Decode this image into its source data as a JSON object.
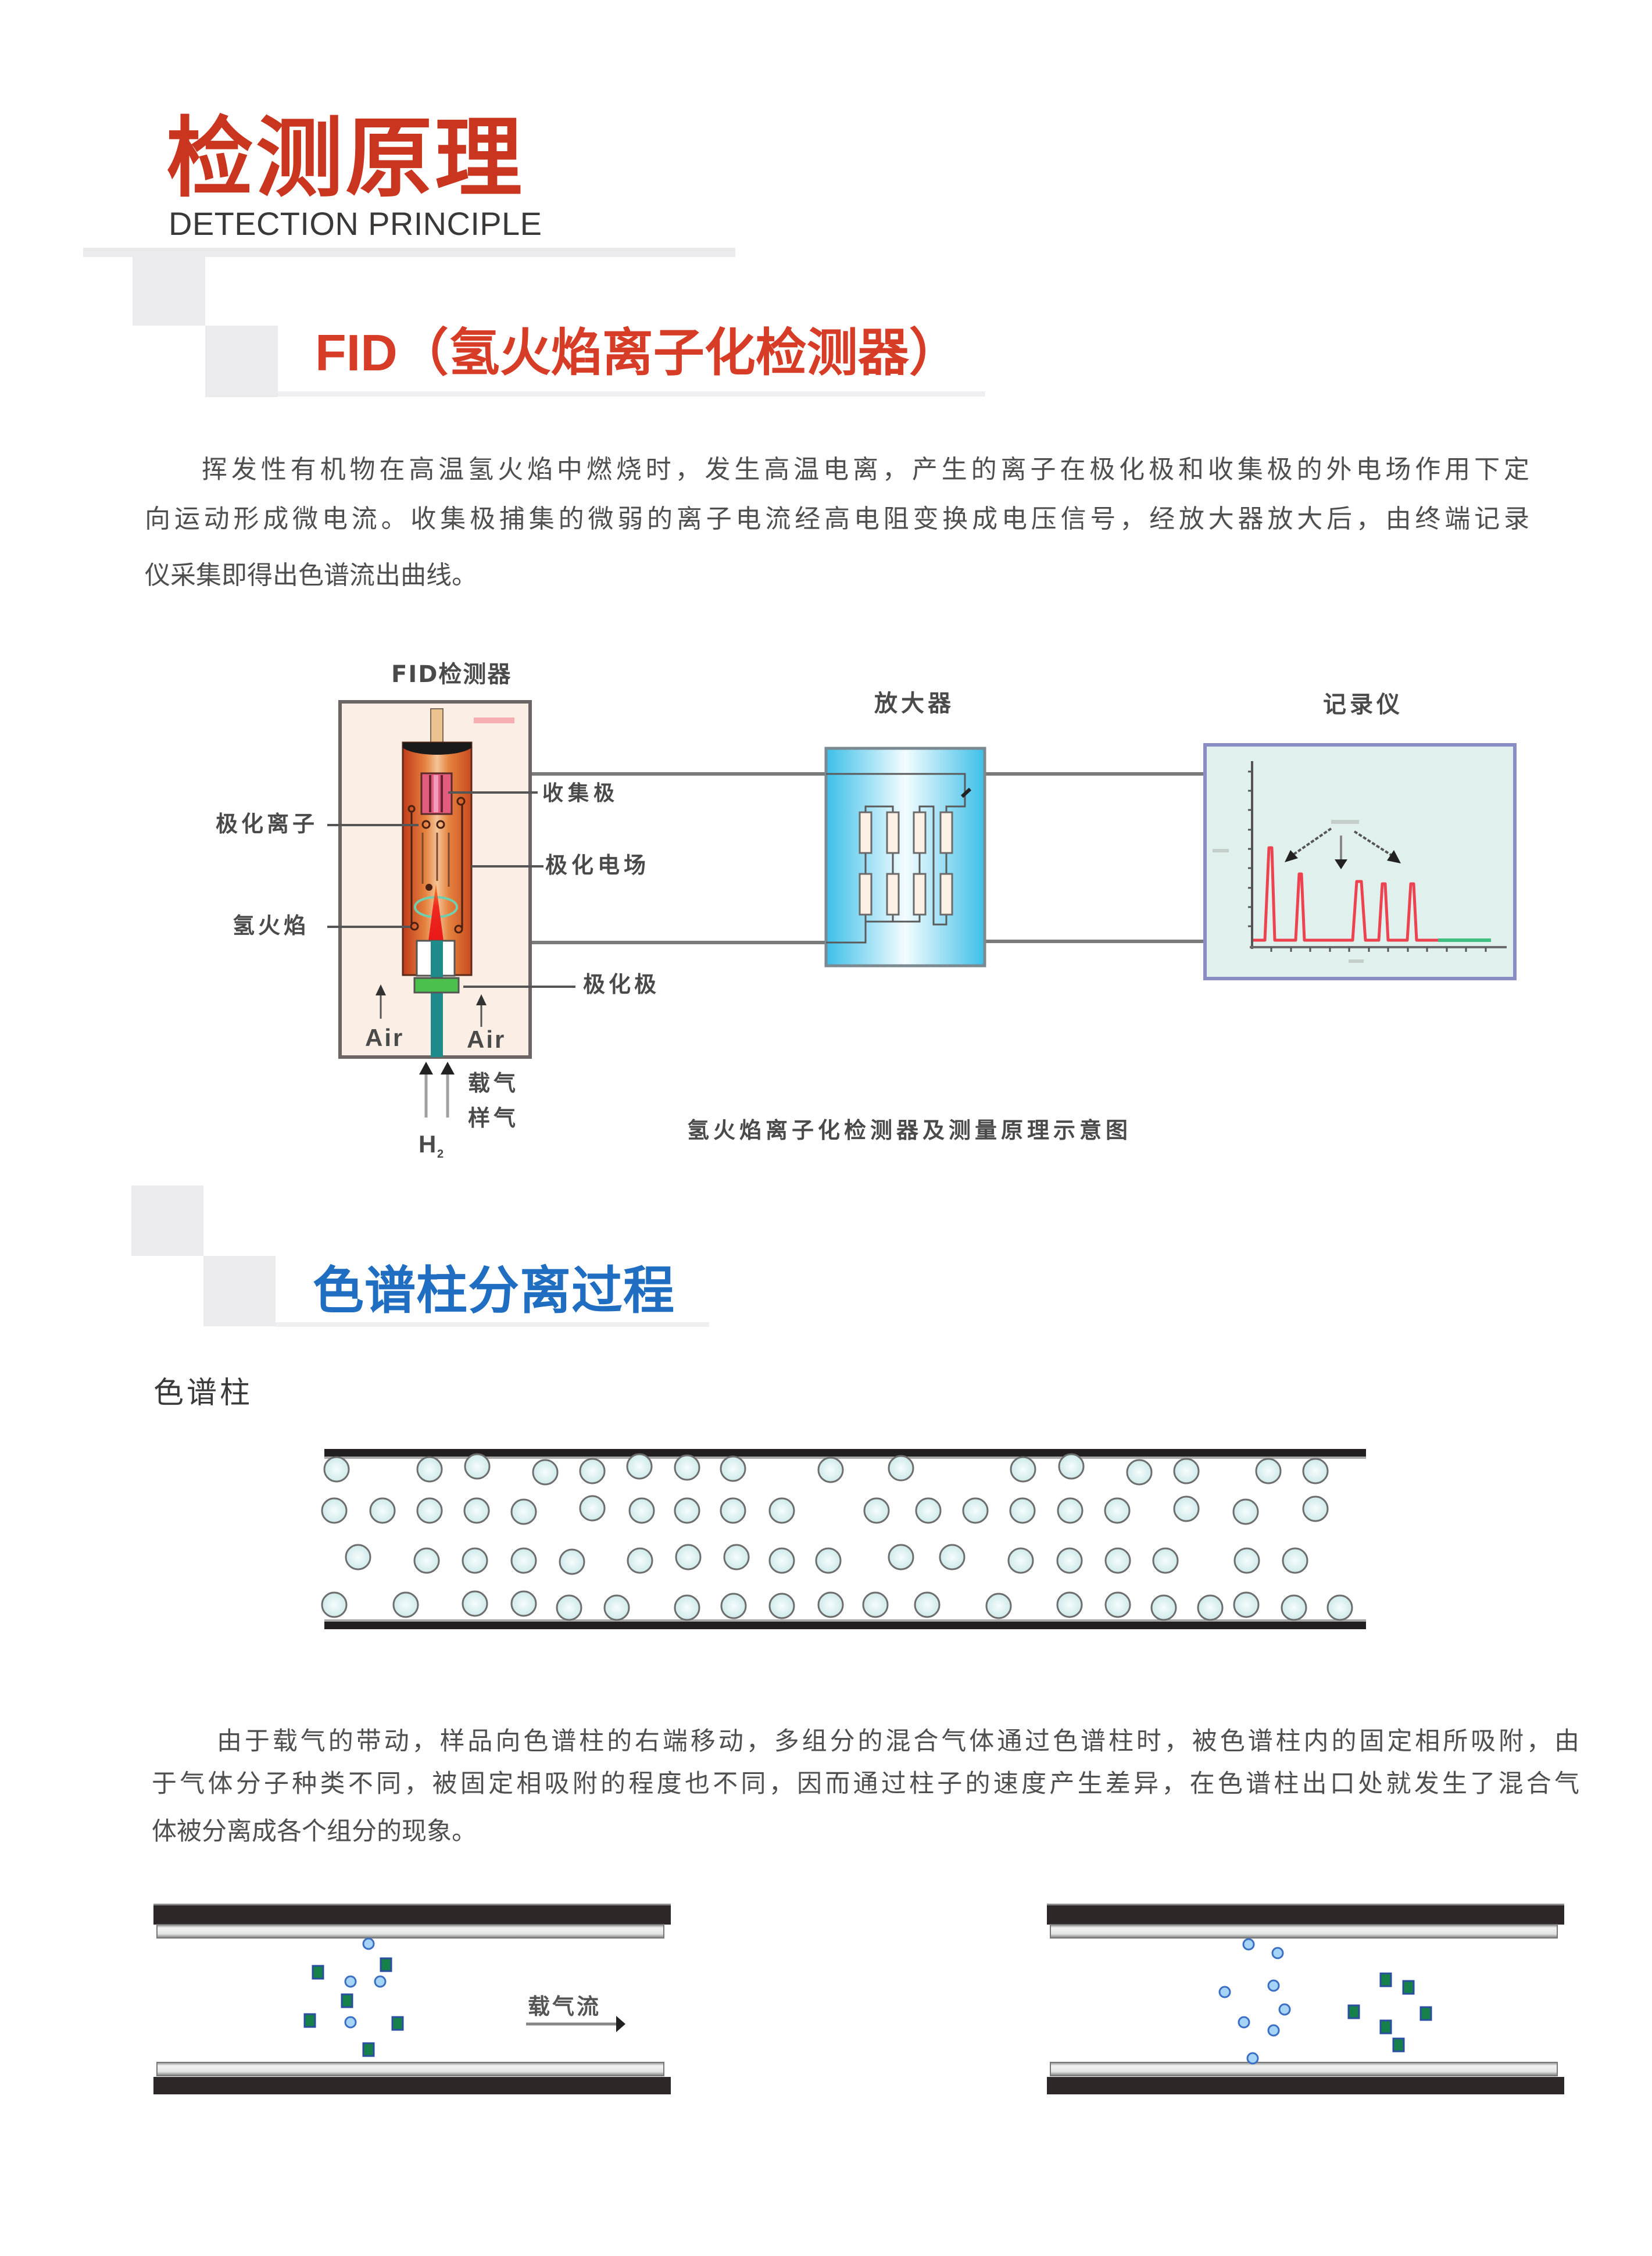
{
  "header": {
    "title": "检测原理",
    "subtitle": "DETECTION PRINCIPLE"
  },
  "fid": {
    "heading": "FID（氢火焰离子化检测器）",
    "paragraph": [
      "挥发性有机物在高温氢火焰中燃烧时，发生高温电离，产生的离子在极化极和收集极的外电场作用下定",
      "向运动形成微电流。收集极捕集的微弱的离子电流经高电阻变换成电压信号，经放大器放大后，由终端记录",
      "仪采集即得出色谱流出曲线。"
    ],
    "diagram": {
      "detector_title": "FID检测器",
      "amplifier_title": "放大器",
      "recorder_title": "记录仪",
      "label_polarized_ions": "极化离子",
      "label_hydrogen_flame": "氢火焰",
      "label_collector": "收集极",
      "label_polarizing_field": "极化电场",
      "label_polarizing_electrode": "极化极",
      "label_air_left": "Air",
      "label_air_right": "Air",
      "label_carrier_gas": "载气",
      "label_sample_gas": "样气",
      "label_hydrogen": "H",
      "label_hydrogen_subscript": "2",
      "caption": "氢火焰离子化检测器及测量原理示意图"
    }
  },
  "separation": {
    "heading": "色谱柱分离过程",
    "column_label": "色谱柱",
    "paragraph": [
      "由于载气的带动，样品向色谱柱的右端移动，多组分的混合气体通过色谱柱时，被色谱柱内的固定相所吸附，由",
      "于气体分子种类不同，被固定相吸附的程度也不同，因而通过柱子的速度产生差异，在色谱柱出口处就发生了混合气",
      "体被分离成各个组分的现象。"
    ],
    "flow_label": "载气流"
  },
  "colors": {
    "title_red": "#c9351f",
    "heading_red": "#d63c26",
    "heading_blue": "#1f6ec1",
    "body_text": "#4f4f4f",
    "decor_gray": "#ebebed",
    "amplifier_blue": "#3cbfe8",
    "recorder_bg": "#e0f0ec",
    "chromatogram_red": "#ee3040",
    "baseline_green": "#40c080"
  }
}
